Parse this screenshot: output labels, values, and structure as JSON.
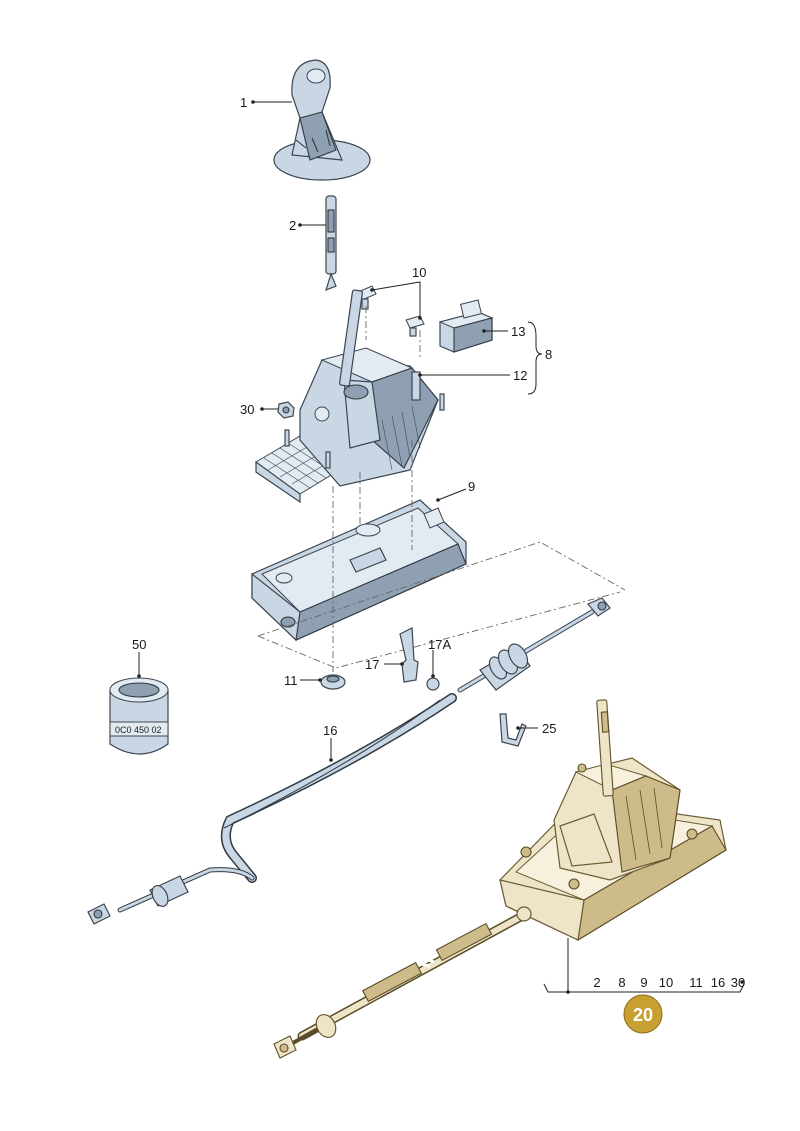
{
  "callouts": {
    "c1": "1",
    "c2": "2",
    "c10": "10",
    "c13": "13",
    "c8": "8",
    "c12": "12",
    "c30": "30",
    "c9": "9",
    "c50": "50",
    "c17a": "17A",
    "c17": "17",
    "c11": "11",
    "c25": "25",
    "c16": "16"
  },
  "container_label": "0C0 450 02",
  "assembly": {
    "includes": [
      "2",
      "8",
      "9",
      "10",
      "11",
      "16",
      "30"
    ],
    "badge": "20",
    "badge_color": "#c8a032"
  },
  "colors": {
    "parts": "#c9d6e3",
    "assembly": "#eee4c8"
  }
}
